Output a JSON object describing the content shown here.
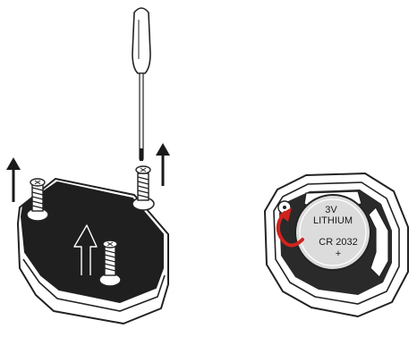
{
  "figure": {
    "battery": {
      "line1": "3V",
      "line2": "LITHIUM",
      "line3": "CR 2032",
      "polarity": "+"
    }
  },
  "colors": {
    "ink": "#1a1a1a",
    "base_top": "#1f1f1f",
    "outline": "#222222",
    "battery_fill": "#dcdcdc",
    "highlight_arrow": "#d0231e",
    "paper": "#ffffff"
  },
  "icons": {
    "removal_arrow": "arrow-up-icon",
    "screwdriver": "screwdriver-icon",
    "screw": "screw-icon"
  }
}
